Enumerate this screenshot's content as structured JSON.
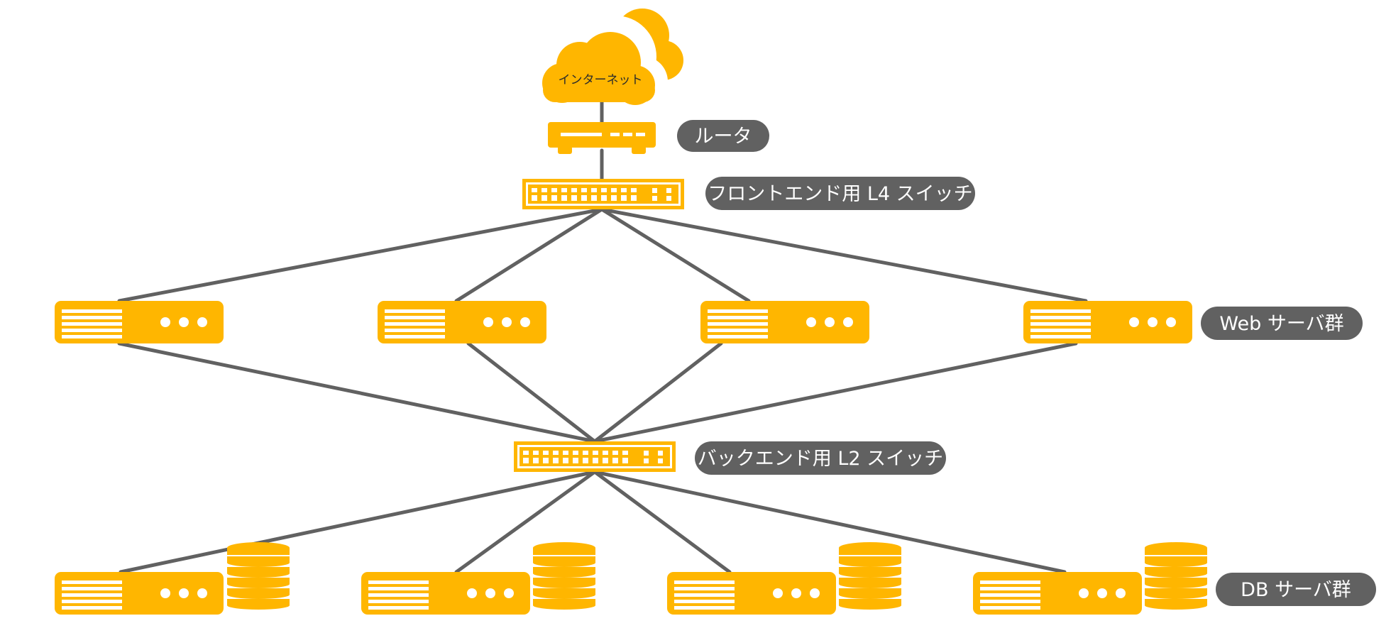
{
  "colors": {
    "accent": "#FFB600",
    "line": "#616161",
    "label_bg": "#616161",
    "label_text": "#FFFFFF"
  },
  "nodes": {
    "internet": {
      "label": "インターネット",
      "icon": "cloud-icon"
    },
    "router": {
      "icon": "router-icon"
    },
    "frontend_switch": {
      "icon": "switch-icon"
    },
    "web_servers": {
      "count": 4,
      "icon": "server-icon"
    },
    "backend_switch": {
      "icon": "switch-icon"
    },
    "db_servers": {
      "count": 4,
      "icon": "database-icon"
    }
  },
  "labels": {
    "router": "ルータ",
    "frontend_switch": "フロントエンド用 L4 スイッチ",
    "web_servers": "Web サーバ群",
    "backend_switch": "バックエンド用 L2 スイッチ",
    "db_servers": "DB サーバ群"
  }
}
